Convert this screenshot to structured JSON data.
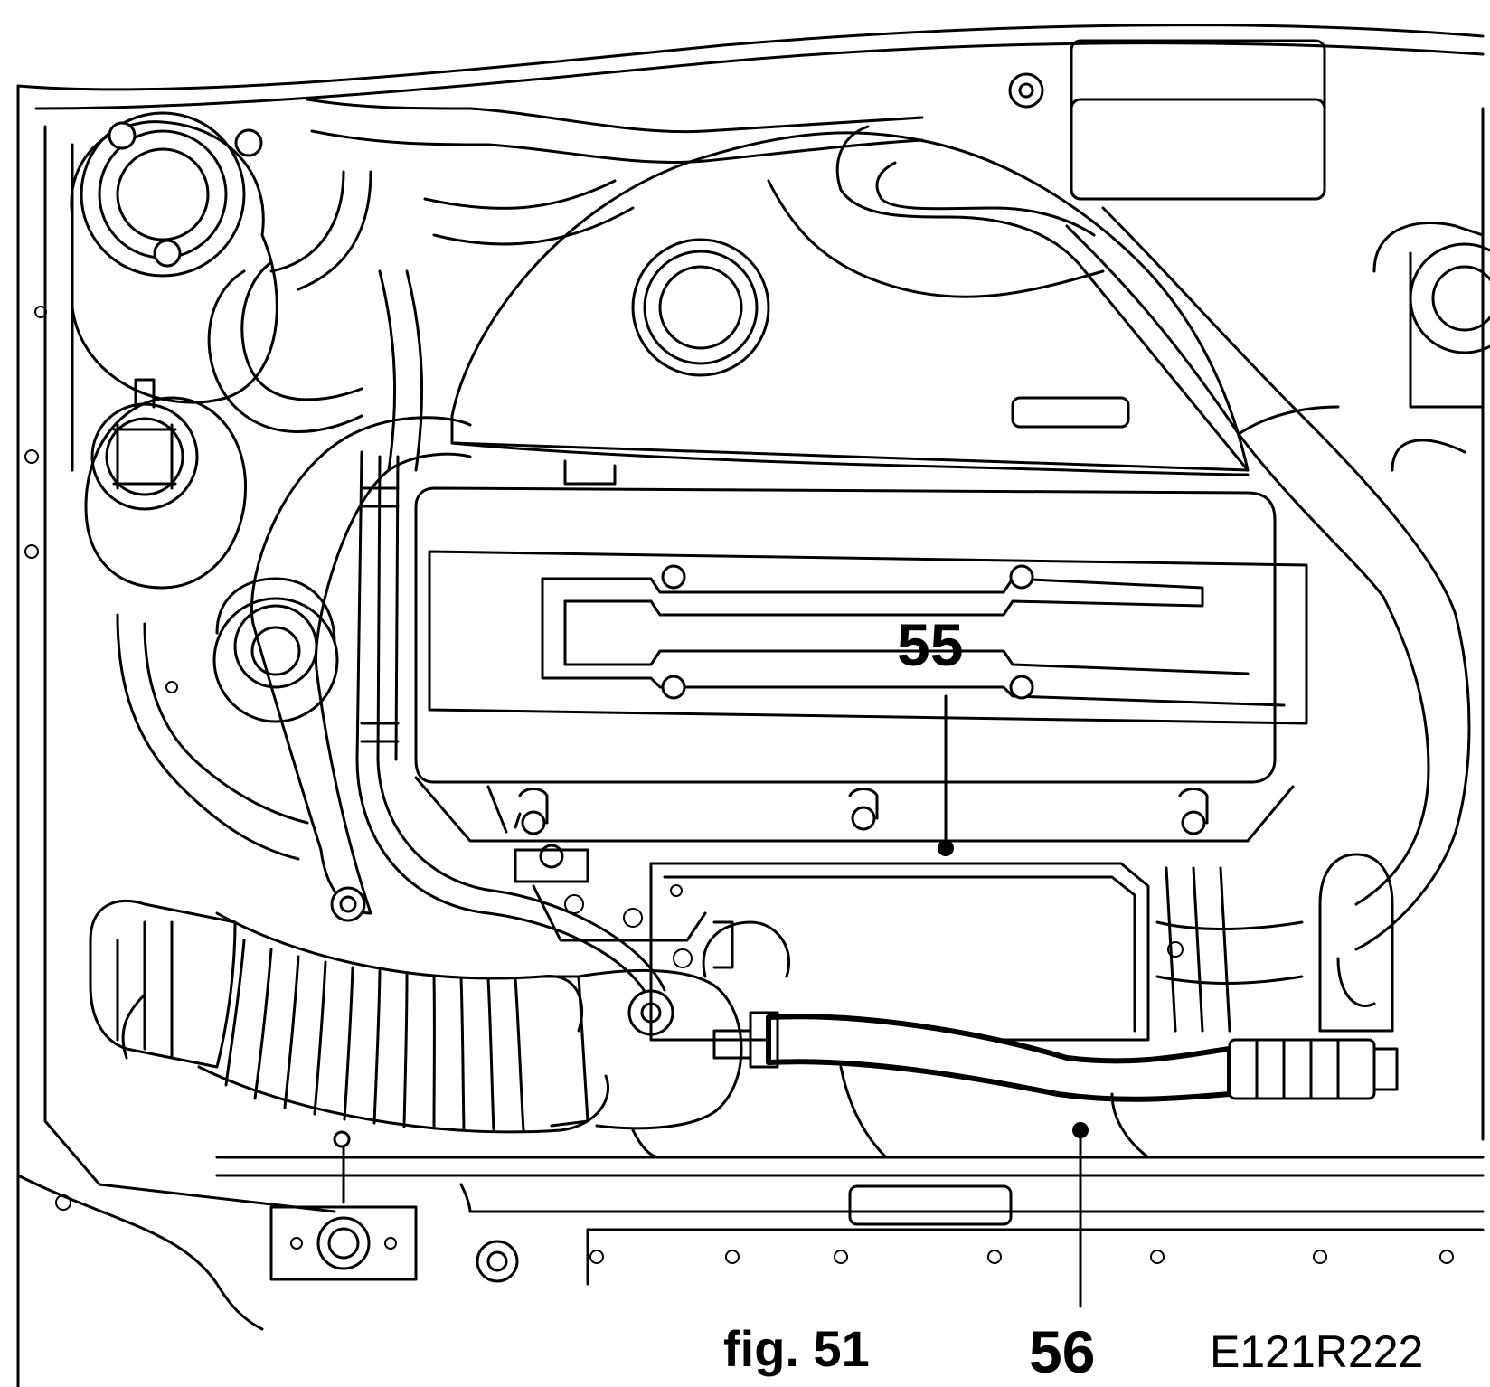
{
  "figure": {
    "caption": "fig. 51",
    "code": "E121R222"
  },
  "callouts": [
    {
      "number": "55"
    },
    {
      "number": "56"
    }
  ]
}
